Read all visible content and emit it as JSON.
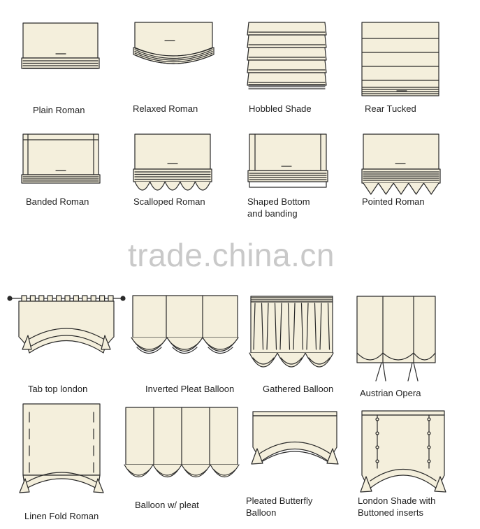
{
  "watermark": "trade.china.cn",
  "colors": {
    "fabric": "#f4efdc",
    "stroke": "#2a2a2a",
    "watermark": "#c9c9c9"
  },
  "items": [
    {
      "label": "Plain Roman",
      "icon": "plain-roman-shade-icon"
    },
    {
      "label": "Relaxed Roman",
      "icon": "relaxed-roman-shade-icon"
    },
    {
      "label": "Hobbled Shade",
      "icon": "hobbled-shade-icon"
    },
    {
      "label": "Rear Tucked",
      "icon": "rear-tucked-shade-icon"
    },
    {
      "label": "Banded Roman",
      "icon": "banded-roman-shade-icon"
    },
    {
      "label": "Scalloped Roman",
      "icon": "scalloped-roman-shade-icon"
    },
    {
      "label": "Shaped Bottom\nand banding",
      "icon": "shaped-bottom-banding-shade-icon"
    },
    {
      "label": "Pointed Roman",
      "icon": "pointed-roman-shade-icon"
    },
    {
      "label": "Tab top london",
      "icon": "tab-top-london-shade-icon"
    },
    {
      "label": "Inverted Pleat Balloon",
      "icon": "inverted-pleat-balloon-shade-icon"
    },
    {
      "label": "Gathered Balloon",
      "icon": "gathered-balloon-shade-icon"
    },
    {
      "label": "Austrian Opera",
      "icon": "austrian-opera-shade-icon"
    },
    {
      "label": "Linen Fold Roman",
      "icon": "linen-fold-roman-shade-icon"
    },
    {
      "label": "Balloon w/ pleat",
      "icon": "balloon-with-pleat-shade-icon"
    },
    {
      "label": "Pleated Butterfly\nBalloon",
      "icon": "pleated-butterfly-balloon-shade-icon"
    },
    {
      "label": "London Shade with\nButtoned inserts",
      "icon": "london-shade-buttoned-inserts-icon"
    }
  ]
}
